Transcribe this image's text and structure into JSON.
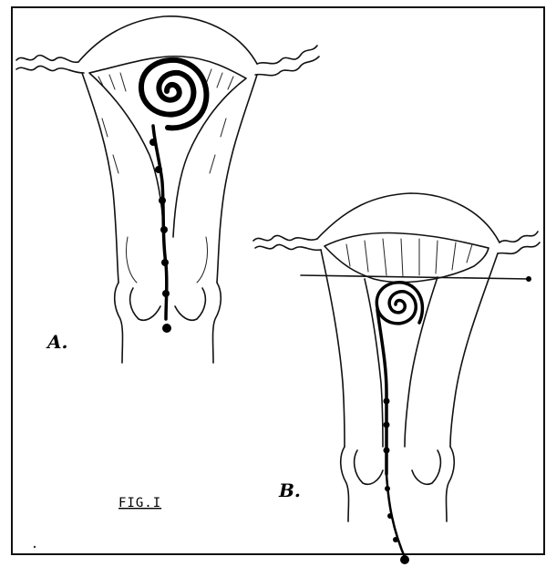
{
  "figure": {
    "caption": "FIG.I",
    "panels": [
      {
        "letter": "A."
      },
      {
        "letter": "B."
      }
    ]
  }
}
